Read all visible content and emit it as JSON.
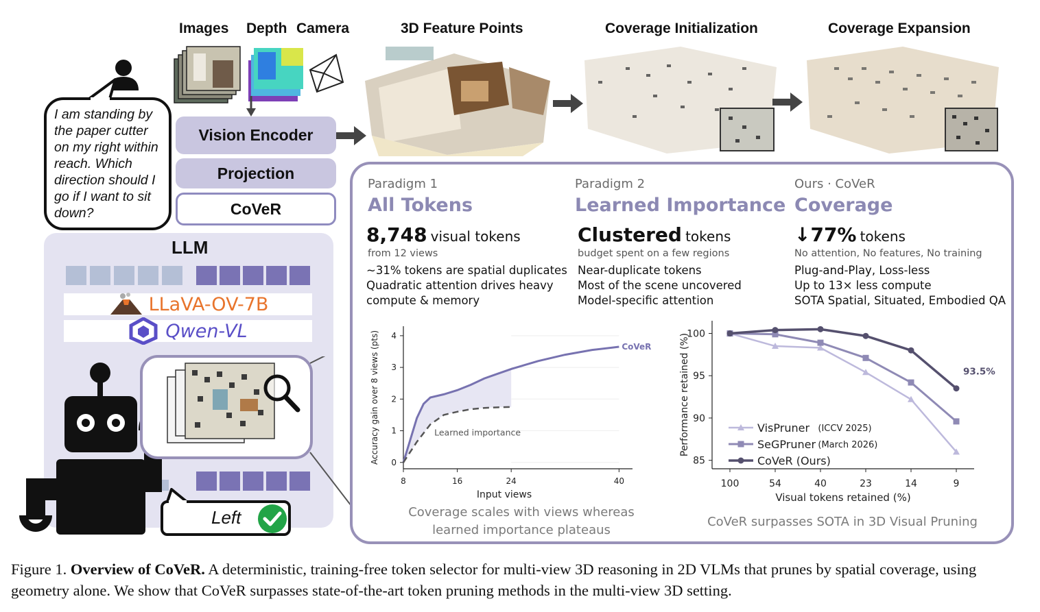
{
  "top": {
    "headers": [
      "Images",
      "Depth",
      "Camera",
      "3D Feature Points",
      "Coverage Initialization",
      "Coverage Expansion"
    ]
  },
  "user": {
    "question": "I am standing by the paper cutter on my right within reach. Which direction should I go if I want to sit down?"
  },
  "pipeline": {
    "vision_encoder": "Vision Encoder",
    "projection": "Projection",
    "cover": "CoVeR"
  },
  "llm": {
    "title": "LLM",
    "models": [
      "LLaVA-OV-7B",
      "Qwen-VL"
    ],
    "answer": "Left",
    "colors": {
      "llava": "#e8742c",
      "qwen": "#5a4fc7",
      "token_light": "#b4bfd6",
      "token_dark": "#7a73b4",
      "check": "#22a447"
    }
  },
  "paradigms": [
    {
      "label": "Paradigm 1",
      "name": "All Tokens",
      "stat_big": "8,748",
      "stat_small": "visual tokens",
      "sub": "from 12 views",
      "bullets": [
        "~31% tokens are spatial duplicates",
        "Quadratic attention drives heavy",
        "compute & memory"
      ]
    },
    {
      "label": "Paradigm 2",
      "name": "Learned Importance",
      "stat_big": "Clustered",
      "stat_small": "tokens",
      "sub": "budget spent on a few regions",
      "bullets": [
        "Near-duplicate tokens",
        "Most of the scene uncovered",
        "Model-specific attention"
      ]
    },
    {
      "label": "Ours · CoVeR",
      "name": "Coverage",
      "stat_big": "↓77%",
      "stat_small": "tokens",
      "sub": "No attention, No features, No training",
      "bullets": [
        "Plug-and-Play, Loss-less",
        "Up to 13× less compute",
        "SOTA Spatial, Situated, Embodied QA"
      ]
    }
  ],
  "chart_data": [
    {
      "type": "line",
      "title": "",
      "xlabel": "Input views",
      "ylabel": "Accuracy gain over 8 views (pts)",
      "xticks": [
        8,
        16,
        24,
        40
      ],
      "yticks": [
        0,
        1,
        2,
        3,
        4
      ],
      "xlim": [
        8,
        42
      ],
      "ylim": [
        -0.2,
        4.3
      ],
      "series": [
        {
          "name": "CoVeR",
          "x": [
            8,
            9,
            10,
            11,
            12,
            14,
            16,
            18,
            20,
            22,
            24,
            28,
            32,
            36,
            40
          ],
          "values": [
            0,
            0.7,
            1.4,
            1.85,
            2.05,
            2.15,
            2.28,
            2.45,
            2.65,
            2.8,
            2.95,
            3.2,
            3.4,
            3.55,
            3.65
          ]
        },
        {
          "name": "Learned importance",
          "x": [
            8,
            10,
            12,
            14,
            16,
            18,
            20,
            22,
            24
          ],
          "values": [
            0,
            0.65,
            1.2,
            1.5,
            1.6,
            1.68,
            1.72,
            1.74,
            1.75
          ]
        }
      ],
      "caption": [
        "Coverage scales with views whereas",
        "learned importance plateaus"
      ],
      "colors": {
        "cover": "#7772b0",
        "learned": "#555555",
        "fill": "#e7e6f3"
      }
    },
    {
      "type": "line",
      "title": "",
      "xlabel": "Visual tokens retained (%)",
      "ylabel": "Performance retained (%)",
      "categories": [
        "100",
        "54",
        "40",
        "23",
        "14",
        "9"
      ],
      "yticks": [
        85,
        90,
        95,
        100
      ],
      "ylim": [
        84,
        101.5
      ],
      "series": [
        {
          "name": "VisPruner",
          "note": "(ICCV 2025)",
          "marker": "triangle",
          "values": [
            100,
            98.5,
            98.3,
            95.4,
            92.2,
            86
          ]
        },
        {
          "name": "SeGPruner",
          "note": "(March 2026)",
          "marker": "square",
          "values": [
            100,
            99.9,
            98.9,
            97.1,
            94.2,
            89.6
          ]
        },
        {
          "name": "CoVeR (Ours)",
          "note": "",
          "marker": "circle",
          "values": [
            100,
            100.4,
            100.5,
            99.7,
            98,
            93.5
          ]
        }
      ],
      "end_label": "93.5%",
      "caption": [
        "CoVeR surpasses SOTA in 3D Visual Pruning"
      ],
      "colors": {
        "VisPruner": "#bdb9dc",
        "SeGPruner": "#8f8ab5",
        "CoVeR": "#55506e"
      }
    }
  ],
  "figure_caption": {
    "label": "Figure 1.",
    "bold": "Overview of CoVeR.",
    "text": "A deterministic, training-free token selector for multi-view 3D reasoning in 2D VLMs that prunes by spatial coverage, using geometry alone. We show that CoVeR surpasses state-of-the-art token pruning methods in the multi-view 3D setting."
  }
}
